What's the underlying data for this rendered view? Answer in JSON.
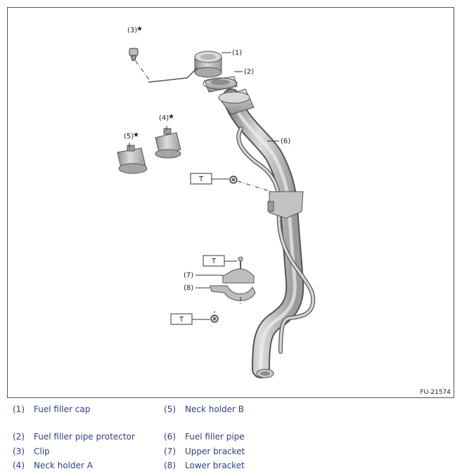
{
  "figure_id": "FU-21574",
  "callouts": [
    {
      "id": "c1",
      "text": "(1)",
      "star": ""
    },
    {
      "id": "c2",
      "text": "(2)",
      "star": ""
    },
    {
      "id": "c3",
      "text": "(3)",
      "star": "★"
    },
    {
      "id": "c4",
      "text": "(4)",
      "star": "★"
    },
    {
      "id": "c5",
      "text": "(5)",
      "star": "★"
    },
    {
      "id": "c6",
      "text": "(6)",
      "star": ""
    },
    {
      "id": "c7",
      "text": "(7)",
      "star": ""
    },
    {
      "id": "c8",
      "text": "(8)",
      "star": ""
    }
  ],
  "torque_boxes": [
    {
      "text": "T"
    },
    {
      "text": "T"
    },
    {
      "text": "T"
    }
  ],
  "legend": [
    {
      "num": "(1)",
      "label": "Fuel filler cap"
    },
    {
      "num": "(5)",
      "label": "Neck holder B"
    },
    {
      "num": "(2)",
      "label": "Fuel filler pipe protector"
    },
    {
      "num": "(6)",
      "label": "Fuel filler pipe"
    },
    {
      "num": "(3)",
      "label": "Clip"
    },
    {
      "num": "(7)",
      "label": "Upper bracket"
    },
    {
      "num": "(4)",
      "label": "Neck holder A"
    },
    {
      "num": "(8)",
      "label": "Lower bracket"
    }
  ],
  "colors": {
    "legend_text": "#2f3f86",
    "part_fill": "#bdbdbd",
    "part_stroke": "#555555"
  }
}
